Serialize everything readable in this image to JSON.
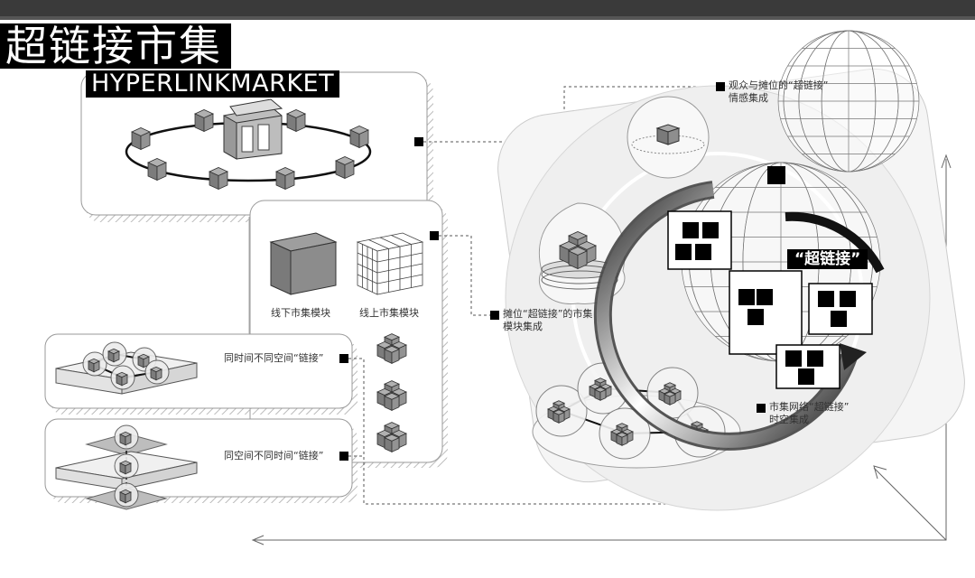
{
  "title": {
    "cn": "超链接市集",
    "en": "HYPERLINKMARKET"
  },
  "modules": {
    "offline": "线下市集模块",
    "online": "线上市集模块"
  },
  "links": {
    "same_time": "同时间不同空间“链接”",
    "same_space": "同空间不同时间“链接”"
  },
  "integration": {
    "emotion_line1": "观众与摊位的“超链接”",
    "emotion_line2": "情感集成",
    "module_line1": "摊位“超链接”的市集",
    "module_line2": "模块集成",
    "network_line1": "市集网络“超链接”",
    "network_line2": "时空集成"
  },
  "center_label": "“超链接”",
  "colors": {
    "accent": "#000000",
    "panel_fill": "#f2f2f2",
    "cube": "#8a8a8a"
  }
}
